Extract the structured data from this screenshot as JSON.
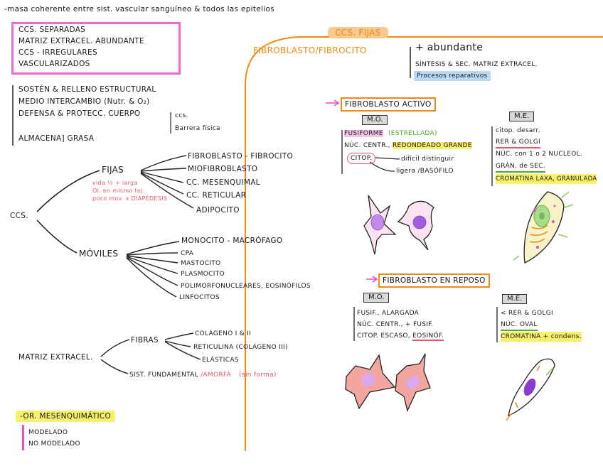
{
  "top_note": "-masa coherente entre sist. vascular sanguíneo & todos las epitelios",
  "characteristics": [
    "CCS. SEPARADAS",
    "MATRIZ EXTRACEL. ABUNDANTE",
    "CCS - IRREGULARES",
    "VASCULARIZADOS"
  ],
  "functions": {
    "sosten": "SOSTÉN & RELLENO ESTRUCTURAL",
    "medio": "MEDIO INTERCAMBIO (Nutr. & O₂)",
    "defensa": "DEFENSA & PROTECC. CUERPO",
    "ccs": "ccs.",
    "barrera": "Barrera física",
    "almacena": "ALMACENA] GRASA"
  },
  "tree": {
    "root": "CCS.",
    "fijas": "FIJAS",
    "fijas_note": "vida ½ + larga\nOl. en mismo tej.\npoco mov. x DIAPÉDESIS",
    "fijas_items": [
      "FIBROBLASTO - FIBROCITO",
      "MIOFIBROBLASTO",
      "CC. MESENQUIMAL",
      "CC. RETICULAR",
      "ADIPOCITO"
    ],
    "moviles": "MÓVILES",
    "moviles_items": [
      "MONOCITO - MACRÓFAGO",
      "CPA",
      "MASTOCITO",
      "PLASMOCITO",
      "POLIMORFONUCLEARES, EOSINÓFILOS",
      "LINFOCITOS"
    ]
  },
  "matrix": {
    "root": "MATRIZ EXTRACEL.",
    "fibras": "FIBRAS",
    "fibras_items": [
      "COLÁGENO I & II",
      "RETICULINA (COLÁGENO III)",
      "ELÁSTICAS"
    ],
    "fundamental": "SIST. FUNDAMENTAL",
    "amorfa": "/AMORFA",
    "sin_forma": "(sin forma)"
  },
  "origin": {
    "title": "-OR. MESENQUIMÁTICO",
    "items": [
      "MODELADO",
      "NO MODELADO"
    ]
  },
  "fixed_cells": {
    "title": "CCS. FIJAS",
    "fibro_title": "FIBROBLASTO/FIBROCITO",
    "abundante": "+ abundante",
    "sintesis": "SÍNTESIS & SEC. MATRIZ EXTRACEL.",
    "procesos": "Procesos reparativos"
  },
  "activo": {
    "title": "FIBROBLASTO ACTIVO",
    "mo_tag": "M.O.",
    "me_tag": "M.E.",
    "fusiforme": "FUSIFORME",
    "estrellada": "(ESTRELLADA)",
    "nuc": "NÚC. CENTR.,",
    "redondeado": "REDONDEADO GRANDE",
    "citop": "CITOP.",
    "dificil": "difícil distinguir",
    "ligera": "ligera /BASÓFILO",
    "me_items": [
      "citop. desarr.",
      "RER & GOLGI",
      "NÚC. con 1 o 2 NUCLEOL.",
      "GRÁN. de SEC.",
      "CROMATINA LAXA, GRANULADA"
    ]
  },
  "reposo": {
    "title": "FIBROBLASTO EN REPOSO",
    "mo_tag": "M.O.",
    "me_tag": "M.E.",
    "mo_items": [
      "FUSIF., ALARGADA",
      "NÚC. CENTR., + FUSIF.",
      "CITOP. ESCASO,"
    ],
    "eosinof": "EOSINÓF.",
    "me_items": [
      "< RER & GOLGI",
      "NÚC. OVAL",
      "CROMATINA + condens."
    ]
  }
}
